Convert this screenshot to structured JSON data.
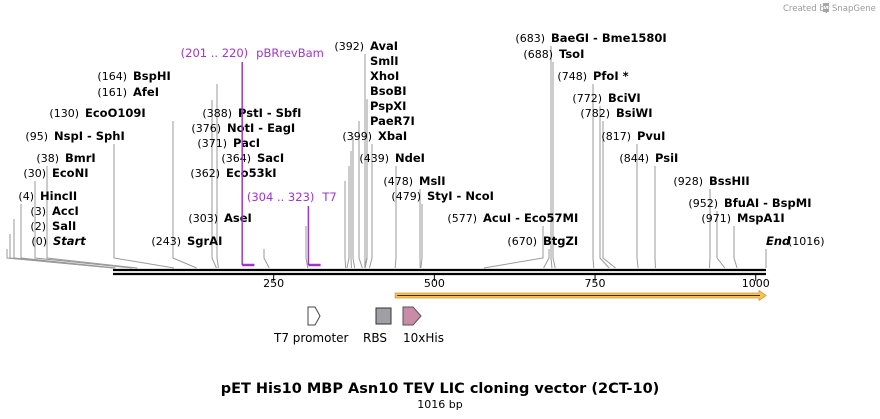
{
  "credit": {
    "prefix": "Created by",
    "brand": "SnapGene"
  },
  "title": "pET His10 MBP Asn10 TEV LIC cloning vector (2CT-10)",
  "subtitle": "1016 bp",
  "sites": [
    {
      "pos": "(0)",
      "name": "Start",
      "italic": true,
      "bp": 0
    },
    {
      "pos": "(2)",
      "name": "SalI",
      "bp": 2
    },
    {
      "pos": "(3)",
      "name": "AccI",
      "bp": 3
    },
    {
      "pos": "(4)",
      "name": "HincII",
      "bp": 4
    },
    {
      "pos": "(30)",
      "name": "EcoNI",
      "bp": 30
    },
    {
      "pos": "(38)",
      "name": "BmrI",
      "bp": 38
    },
    {
      "pos": "(95)",
      "name": "NspI - SphI",
      "bp": 95
    },
    {
      "pos": "(130)",
      "name": "EcoO109I",
      "bp": 130
    },
    {
      "pos": "(161)",
      "name": "AfeI",
      "bp": 161
    },
    {
      "pos": "(164)",
      "name": "BspHI",
      "bp": 164
    },
    {
      "pos": "(243)",
      "name": "SgrAI",
      "bp": 243
    },
    {
      "pos": "(303)",
      "name": "AseI",
      "bp": 303
    },
    {
      "pos": "(362)",
      "name": "Eco53kI",
      "bp": 362
    },
    {
      "pos": "(364)",
      "name": "SacI",
      "bp": 364
    },
    {
      "pos": "(371)",
      "name": "PacI",
      "bp": 371
    },
    {
      "pos": "(376)",
      "name": "NotI - EagI",
      "bp": 376
    },
    {
      "pos": "(388)",
      "name": "PstI - SbfI",
      "bp": 388
    },
    {
      "pos": "(392)",
      "name": "AvaI",
      "bp": 392
    },
    {
      "name": "SmlI",
      "bp": 392
    },
    {
      "name": "XhoI",
      "bp": 392
    },
    {
      "name": "BsoBI",
      "bp": 392
    },
    {
      "name": "PspXI",
      "bp": 392
    },
    {
      "name": "PaeR7I",
      "bp": 392
    },
    {
      "pos": "(399)",
      "name": "XbaI",
      "bp": 399
    },
    {
      "pos": "(439)",
      "name": "NdeI",
      "bp": 439
    },
    {
      "pos": "(478)",
      "name": "MslI",
      "bp": 478
    },
    {
      "pos": "(479)",
      "name": "StyI - NcoI",
      "bp": 479
    },
    {
      "pos": "(577)",
      "name": "AcuI - Eco57MI",
      "bp": 577
    },
    {
      "pos": "(670)",
      "name": "BtgZI",
      "bp": 670
    },
    {
      "pos": "(683)",
      "name": "BaeGI - Bme1580I",
      "bp": 683
    },
    {
      "pos": "(688)",
      "name": "TsoI",
      "bp": 688
    },
    {
      "pos": "(748)",
      "name": "PfoI *",
      "bp": 748
    },
    {
      "pos": "(772)",
      "name": "BciVI",
      "bp": 772
    },
    {
      "pos": "(782)",
      "name": "BsiWI",
      "bp": 782
    },
    {
      "pos": "(817)",
      "name": "PvuI",
      "bp": 817
    },
    {
      "pos": "(844)",
      "name": "PsiI",
      "bp": 844
    },
    {
      "pos": "(928)",
      "name": "BssHII",
      "bp": 928
    },
    {
      "pos": "(952)",
      "name": "BfuAI - BspMI",
      "bp": 952
    },
    {
      "pos": "(971)",
      "name": "MspA1I",
      "bp": 971
    },
    {
      "pos": "(1016)",
      "name": "End",
      "italic": true,
      "bp": 1016
    }
  ],
  "features": [
    {
      "pos": "(201 .. 220)",
      "name": "pBRrevBam",
      "start": 201,
      "end": 220,
      "color": "#a035c8"
    },
    {
      "pos": "(304 .. 323)",
      "name": "T7",
      "start": 304,
      "end": 323,
      "color": "#a035c8"
    }
  ],
  "orf": {
    "start": 439,
    "end": 1016,
    "color": "#f5c35a",
    "edge": "#d9962a"
  },
  "axis": {
    "length": 1016,
    "ticks": [
      250,
      500,
      750,
      1000
    ]
  },
  "legend": [
    {
      "label": "T7 promoter",
      "icon": "promoter-arrow-icon",
      "color": "#ffffff"
    },
    {
      "label": "RBS",
      "icon": "rbs-box-icon",
      "color": "#9ea0a6"
    },
    {
      "label": "10xHis",
      "icon": "tag-arrow-icon",
      "color": "#c98ba7"
    }
  ]
}
